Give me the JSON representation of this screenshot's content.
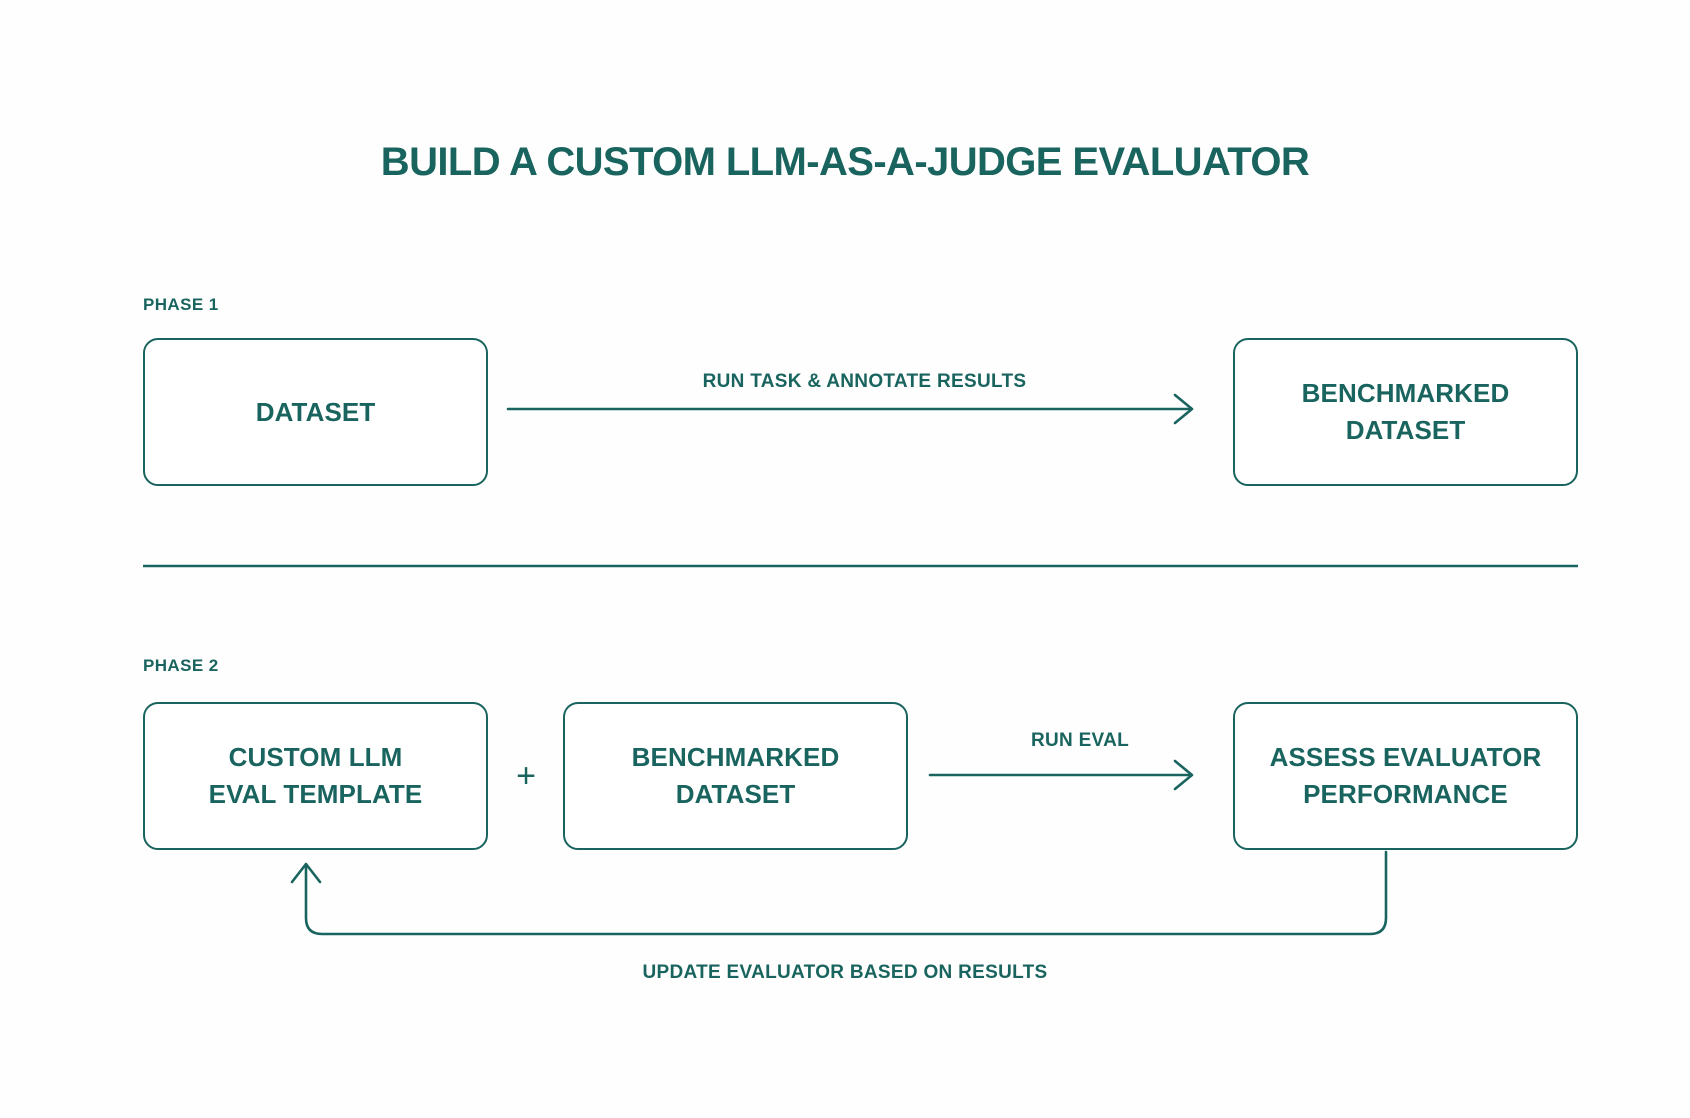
{
  "title": "BUILD A CUSTOM LLM-AS-A-JUDGE EVALUATOR",
  "colors": {
    "accent": "#19645E",
    "background": "#FEFEFE",
    "box_fill": "#FFFFFF"
  },
  "phases": [
    {
      "label": "PHASE 1",
      "nodes": [
        {
          "id": "dataset",
          "text": "DATASET"
        },
        {
          "id": "benchmarked-dataset-1",
          "text": "BENCHMARKED\nDATASET"
        }
      ],
      "connectors": [
        {
          "id": "run-task",
          "label": "RUN TASK & ANNOTATE RESULTS",
          "from": "dataset",
          "to": "benchmarked-dataset-1",
          "direction": "right"
        }
      ]
    },
    {
      "label": "PHASE 2",
      "nodes": [
        {
          "id": "custom-llm-eval-template",
          "text": "CUSTOM LLM\nEVAL TEMPLATE"
        },
        {
          "id": "benchmarked-dataset-2",
          "text": "BENCHMARKED\nDATASET"
        },
        {
          "id": "assess-evaluator-performance",
          "text": "ASSESS EVALUATOR\nPERFORMANCE"
        }
      ],
      "operators": [
        {
          "id": "plus",
          "symbol": "+"
        }
      ],
      "connectors": [
        {
          "id": "run-eval",
          "label": "RUN EVAL",
          "from": "benchmarked-dataset-2",
          "to": "assess-evaluator-performance",
          "direction": "right"
        },
        {
          "id": "update-evaluator",
          "label": "UPDATE EVALUATOR BASED ON RESULTS",
          "from": "assess-evaluator-performance",
          "to": "custom-llm-eval-template",
          "direction": "feedback-loop"
        }
      ]
    }
  ],
  "divider": {
    "id": "phase-divider"
  }
}
